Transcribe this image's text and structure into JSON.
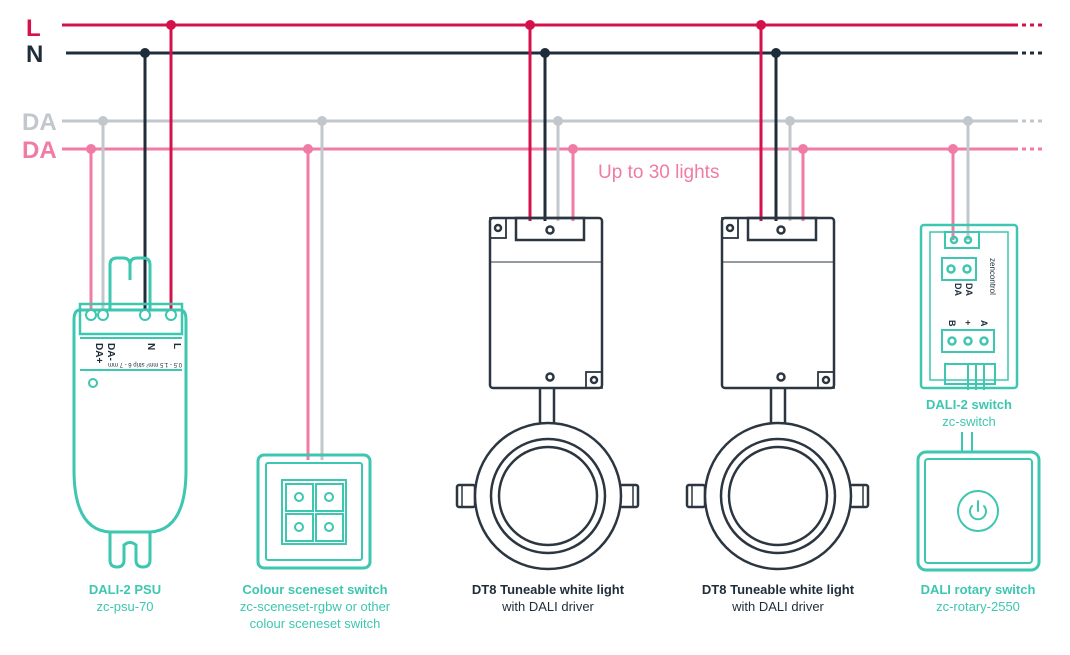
{
  "colors": {
    "L": "#d5114c",
    "N": "#1f2d3a",
    "DA_grey": "#c2c7cb",
    "DA_pink": "#f07ba4",
    "teal": "#3dc7b0",
    "dark_outline": "#2b3640",
    "dark_text": "#1f2d3a"
  },
  "bus": {
    "L": "L",
    "N": "N",
    "DA1": "DA",
    "DA2": "DA"
  },
  "note": "Up to 30 lights",
  "devices": [
    {
      "title": "DALI-2 PSU",
      "sub1": "zc-psu-70",
      "sub2": ""
    },
    {
      "title": "Colour sceneset switch",
      "sub1": "zc-sceneset-rgbw or other",
      "sub2": "colour sceneset switch"
    },
    {
      "title": "DT8 Tuneable white light",
      "sub1": "with DALI driver",
      "sub2": ""
    },
    {
      "title": "DT8 Tuneable white light",
      "sub1": "with DALI driver",
      "sub2": ""
    },
    {
      "title": "DALI rotary switch",
      "sub1": "zc-rotary-2550",
      "sub2": ""
    }
  ],
  "dali_switch": {
    "title": "DALI-2 switch",
    "sub": "zc-switch"
  },
  "psu_terminals": {
    "da_plus": "DA+",
    "da_minus": "DA-",
    "n": "N",
    "l": "L",
    "spec": "0.5 - 1.5 mm² strip 6 - 7 mm"
  },
  "switch_terminals": {
    "da1": "DA",
    "da2": "DA",
    "b": "B",
    "plus": "+",
    "a": "A",
    "brand": "zencontrol"
  }
}
